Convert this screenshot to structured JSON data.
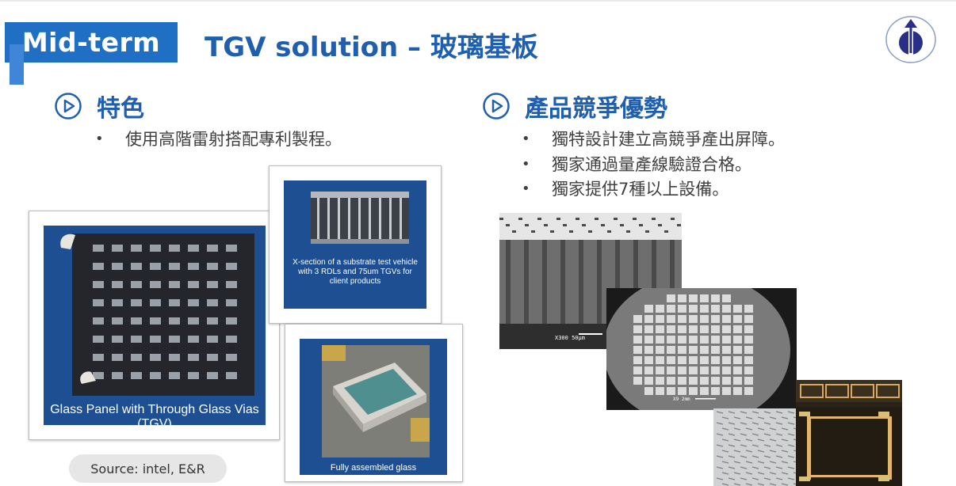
{
  "header": {
    "badge_label": "Mid-term",
    "title": "TGV solution – 玻璃基板"
  },
  "features": {
    "heading": "特色",
    "bullets": [
      "使用高階雷射搭配專利製程。"
    ]
  },
  "advantages": {
    "heading": "產品競爭優勢",
    "bullets": [
      "獨特設計建立高競爭產出屏障。",
      "獨家通過量產線驗證合格。",
      "獨家提供7種以上設備。"
    ]
  },
  "images": {
    "glass_panel_caption": "Glass Panel with Through Glass Vias (TGV)",
    "xsection_caption": "X-section of a substrate test vehicle with 3 RDLs and 75um TGVs for client products",
    "assembled_caption": "Fully assembled glass",
    "sem_label": "X300    50µm",
    "wafer_label": "X9    2mm"
  },
  "source_label": "Source: intel, E&R",
  "colors": {
    "accent": "#1f6fc4",
    "title": "#1f5fae",
    "panel_bg": "#1d4f92"
  },
  "icons": {
    "section": "play-circle-icon",
    "logo": "company-logo"
  }
}
